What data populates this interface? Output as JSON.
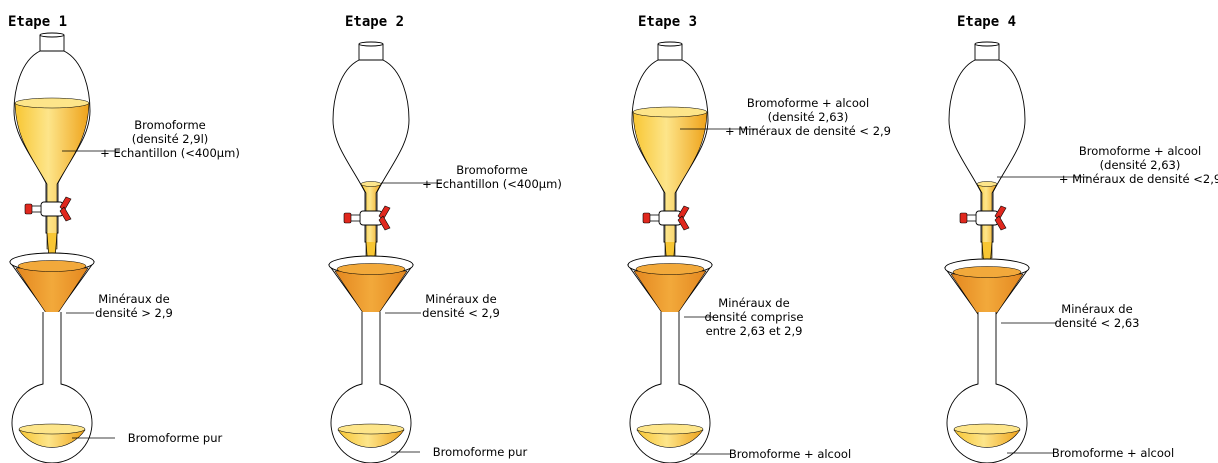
{
  "colors": {
    "liquid_light": "#fde58a",
    "liquid": "#f8c633",
    "liquid_dark": "#eea21a",
    "minerals": "#f2a93b",
    "minerals_dark": "#e4871f",
    "stopcock_red": "#e0281e"
  },
  "steps": [
    {
      "title": "Etape 1",
      "funnel_label": [
        "Bromoforme",
        "(densité 2,9l)",
        "+ Echantillon (<400µm)"
      ],
      "minerals_label": [
        "Minéraux de",
        "densité > 2,9"
      ],
      "flask_label": [
        "Bromoforme pur"
      ],
      "funnel_fill": "bulb"
    },
    {
      "title": "Etape 2",
      "funnel_label": [
        "Bromoforme",
        "+ Echantillon (<400µm)"
      ],
      "minerals_label": [
        "Minéraux de",
        "densité < 2,9"
      ],
      "flask_label": [
        "Bromoforme pur"
      ],
      "funnel_fill": "stem"
    },
    {
      "title": "Etape 3",
      "funnel_label": [
        "Bromoforme + alcool",
        "(densité 2,63)",
        "+ Minéraux de densité < 2,9"
      ],
      "minerals_label": [
        "Minéraux de",
        "densité comprise",
        "entre 2,63 et 2,9"
      ],
      "flask_label": [
        "Bromoforme + alcool"
      ],
      "funnel_fill": "bulb"
    },
    {
      "title": "Etape 4",
      "funnel_label": [
        "Bromoforme + alcool",
        "(densité 2,63)",
        "+ Minéraux de densité <2,9"
      ],
      "minerals_label": [
        "Minéraux de",
        "densité < 2,63"
      ],
      "flask_label": [
        "Bromoforme + alcool"
      ],
      "funnel_fill": "stem"
    }
  ]
}
